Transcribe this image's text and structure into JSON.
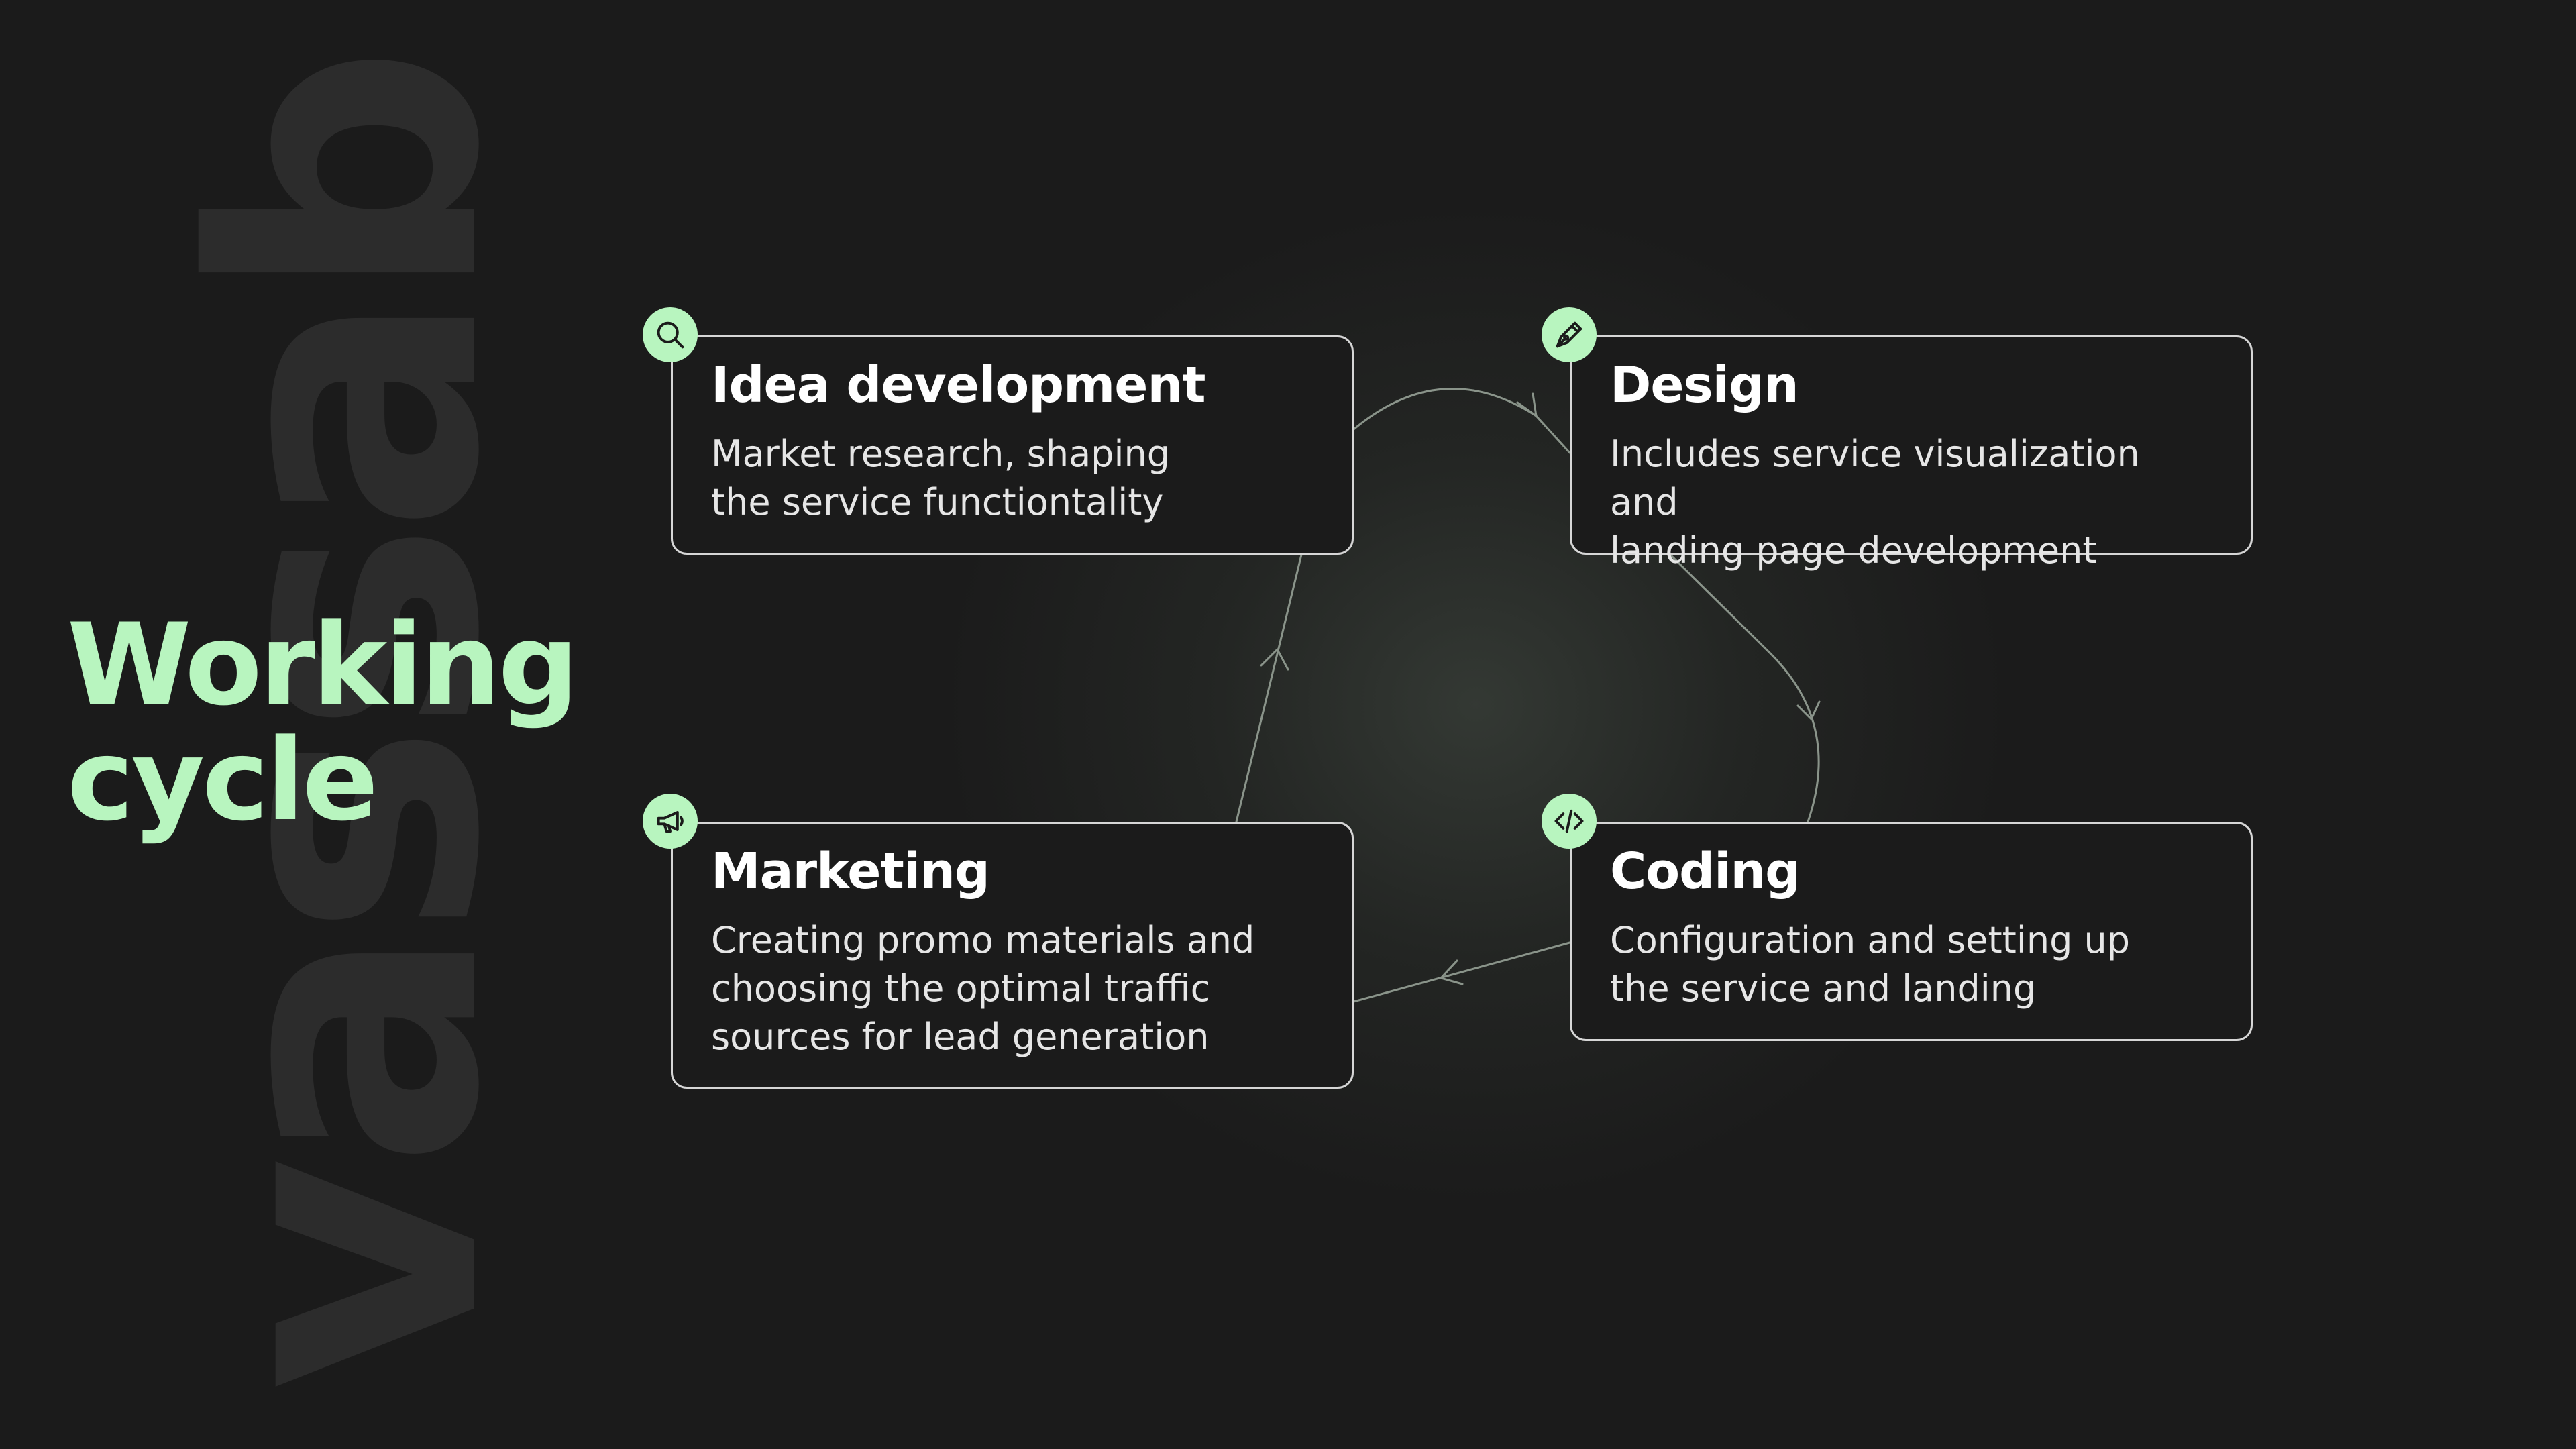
{
  "watermark": "vassab",
  "heading": {
    "line1": "Working",
    "line2": "cycle"
  },
  "steps": [
    {
      "icon": "search-icon",
      "title": "Idea development",
      "description": "Market research, shaping\nthe service functiontality"
    },
    {
      "icon": "pen-icon",
      "title": "Design",
      "description": "Includes service visualization and\nlanding page development"
    },
    {
      "icon": "code-icon",
      "title": "Coding",
      "description": "Configuration and setting up\nthe service and landing"
    },
    {
      "icon": "megaphone-icon",
      "title": "Marketing",
      "description": "Creating promo materials and\nchoosing the optimal traffic\nsources for lead generation"
    }
  ],
  "colors": {
    "background": "#1b1b1b",
    "accent": "#b8f5bf",
    "card_border": "#d6d6d6",
    "watermark": "#2c2c2c",
    "connector": "#8a948a"
  }
}
